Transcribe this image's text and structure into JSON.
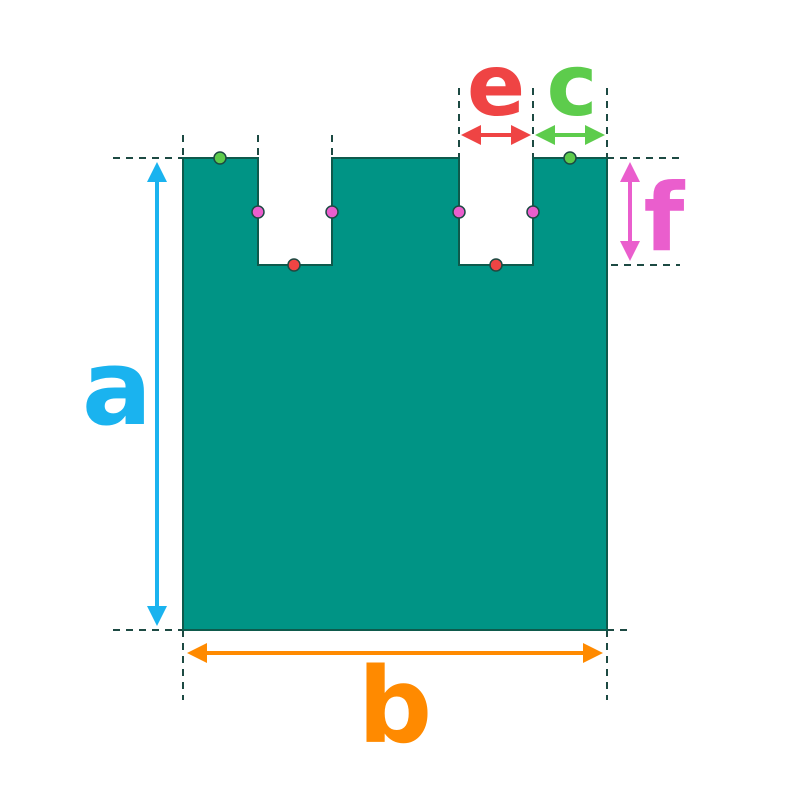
{
  "colors": {
    "shape_fill": "#009485",
    "shape_stroke": "#0e5a4c",
    "guide": "#1d4a43",
    "a": "#1ab3ef",
    "b": "#ff8a00",
    "c": "#5dcc4c",
    "e": "#ef4444",
    "f": "#ea5ecd",
    "dot_green": "#5dcc4c",
    "dot_pink": "#ea5ecd",
    "dot_red": "#ef4444"
  },
  "labels": {
    "a": "a",
    "b": "b",
    "c": "c",
    "e": "e",
    "f": "f"
  }
}
